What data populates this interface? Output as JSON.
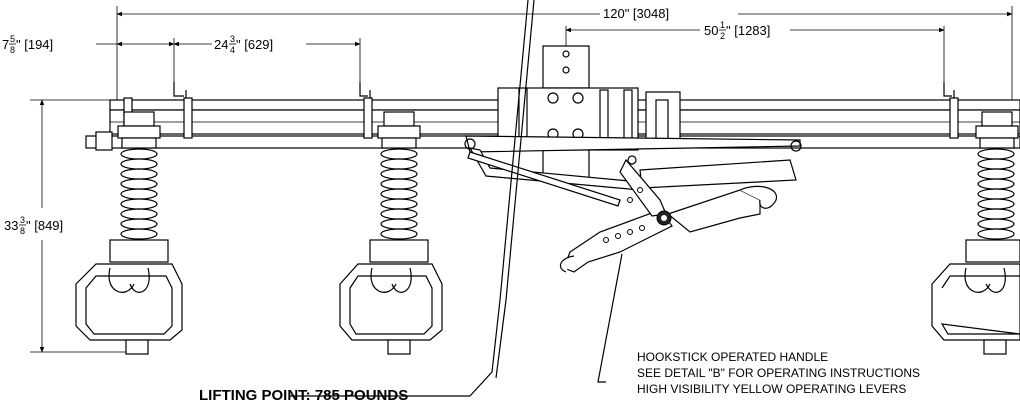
{
  "dimensions": {
    "overall_width": "120\" [3048]",
    "edge_offset_whole": "7",
    "edge_offset_num": "5",
    "edge_offset_den": "8",
    "edge_offset_mm": "\" [194]",
    "spacing_whole": "24",
    "spacing_num": "3",
    "spacing_den": "4",
    "spacing_mm": "\" [629]",
    "center_whole": "50",
    "center_num": "1",
    "center_den": "2",
    "center_mm": "\" [1283]",
    "height_whole": "33",
    "height_num": "3",
    "height_den": "8",
    "height_mm": "\" [849]"
  },
  "callouts": {
    "lifting_point": "LIFTING POINT: 785 POUNDS",
    "handle_line1": "HOOKSTICK OPERATED HANDLE",
    "handle_line2": "SEE DETAIL \"B\" FOR OPERATING INSTRUCTIONS",
    "handle_line3": "HIGH VISIBILITY YELLOW OPERATING LEVERS"
  }
}
